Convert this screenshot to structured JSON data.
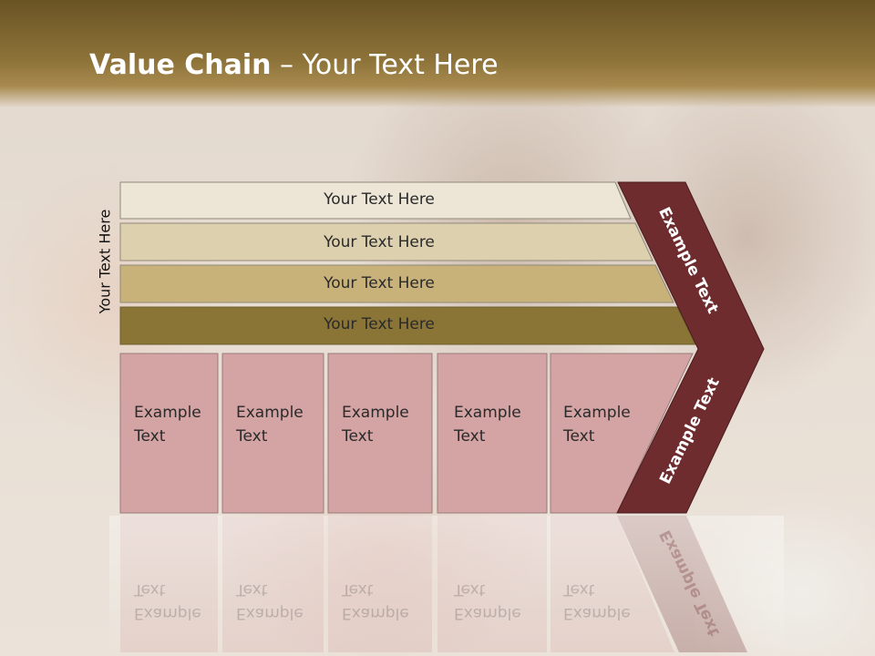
{
  "slide": {
    "title_bold": "Value Chain",
    "title_rest": " – Your Text Here",
    "side_label": "Your Text Here"
  },
  "rows": [
    {
      "label": "Your Text Here",
      "color": "#ede6d6"
    },
    {
      "label": "Your Text Here",
      "color": "#ddd0ae"
    },
    {
      "label": "Your Text Here",
      "color": "#c9b27a"
    },
    {
      "label": "Your Text Here",
      "color": "#8a7436"
    }
  ],
  "boxes": [
    {
      "line1": "Example",
      "line2": "Text"
    },
    {
      "line1": "Example",
      "line2": "Text"
    },
    {
      "line1": "Example",
      "line2": "Text"
    },
    {
      "line1": "Example",
      "line2": "Text"
    },
    {
      "line1": "Example",
      "line2": "Text"
    }
  ],
  "chevron": {
    "upper_label": "Example Text",
    "lower_label": "Example Text",
    "color": "#6e2c2f"
  },
  "colors": {
    "box_fill": "#d4a3a3",
    "header": "#7a6430"
  }
}
